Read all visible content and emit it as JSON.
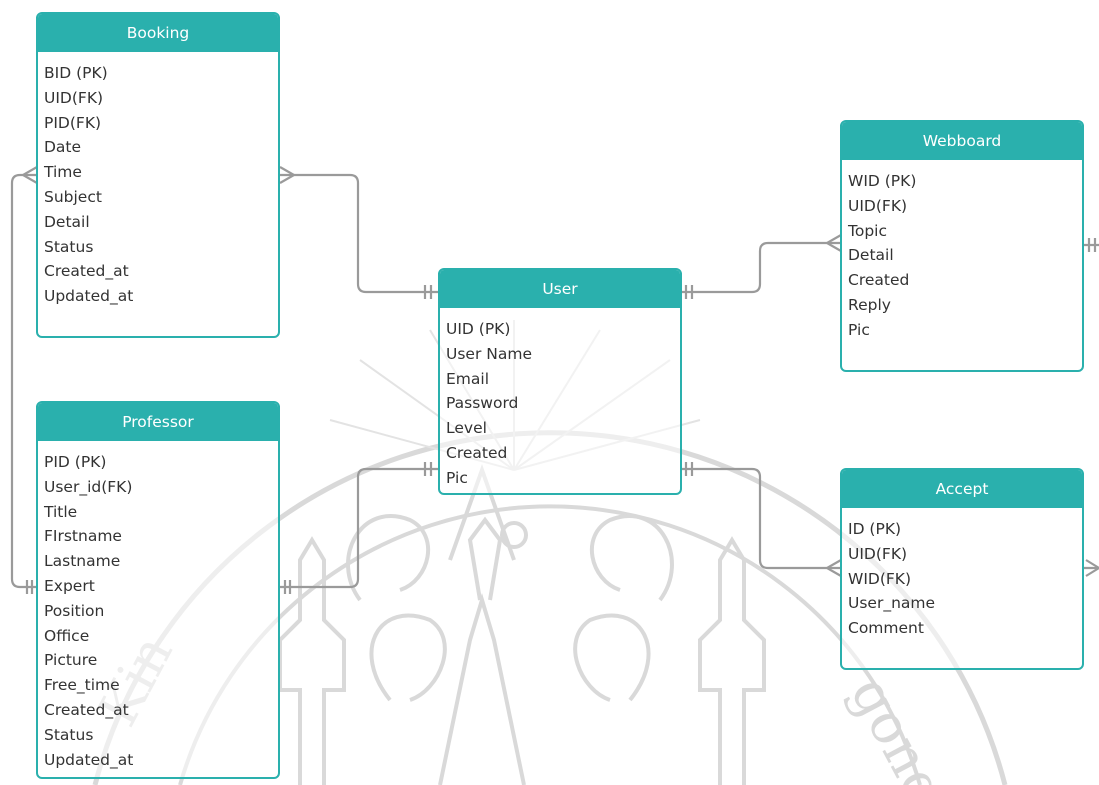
{
  "colors": {
    "accent": "#2ab0ad",
    "connector": "#9a9a9a",
    "field_text": "#333333",
    "watermark": "#d9d9d9"
  },
  "watermark": {
    "name": "university-seal-watermark",
    "text": "Kin gong"
  },
  "entities": {
    "booking": {
      "title": "Booking",
      "fields": [
        "BID (PK)",
        "UID(FK)",
        "PID(FK)",
        "Date",
        "Time",
        "Subject",
        "Detail",
        "Status",
        "Created_at",
        "Updated_at"
      ]
    },
    "user": {
      "title": "User",
      "fields": [
        "UID (PK)",
        "User Name",
        "Email",
        "Password",
        "Level",
        "Created",
        "Pic"
      ]
    },
    "webboard": {
      "title": "Webboard",
      "fields": [
        "WID (PK)",
        "UID(FK)",
        "Topic",
        "Detail",
        "Created",
        "Reply",
        "Pic"
      ]
    },
    "professor": {
      "title": "Professor",
      "fields": [
        "PID (PK)",
        "User_id(FK)",
        "Title",
        "FIrstname",
        "Lastname",
        "Expert",
        "Position",
        "Office",
        "Picture",
        "Free_time",
        "Created_at",
        "Status",
        "Updated_at"
      ]
    },
    "accept": {
      "title": "Accept",
      "fields": [
        "ID (PK)",
        "UID(FK)",
        "WID(FK)",
        "User_name",
        "Comment"
      ]
    }
  },
  "relationships": [
    {
      "name": "booking-user",
      "from": "Booking",
      "to": "User",
      "from_end": "many",
      "to_end": "one"
    },
    {
      "name": "booking-professor",
      "from": "Booking",
      "to": "Professor",
      "from_end": "many",
      "to_end": "one"
    },
    {
      "name": "professor-user",
      "from": "Professor",
      "to": "User",
      "from_end": "one",
      "to_end": "one"
    },
    {
      "name": "user-webboard",
      "from": "User",
      "to": "Webboard",
      "from_end": "one",
      "to_end": "many"
    },
    {
      "name": "user-accept",
      "from": "User",
      "to": "Accept",
      "from_end": "one",
      "to_end": "many"
    },
    {
      "name": "webboard-offscreen",
      "from": "Webboard",
      "to": "",
      "from_end": "one",
      "to_end": ""
    },
    {
      "name": "accept-offscreen",
      "from": "Accept",
      "to": "",
      "from_end": "many",
      "to_end": ""
    }
  ]
}
